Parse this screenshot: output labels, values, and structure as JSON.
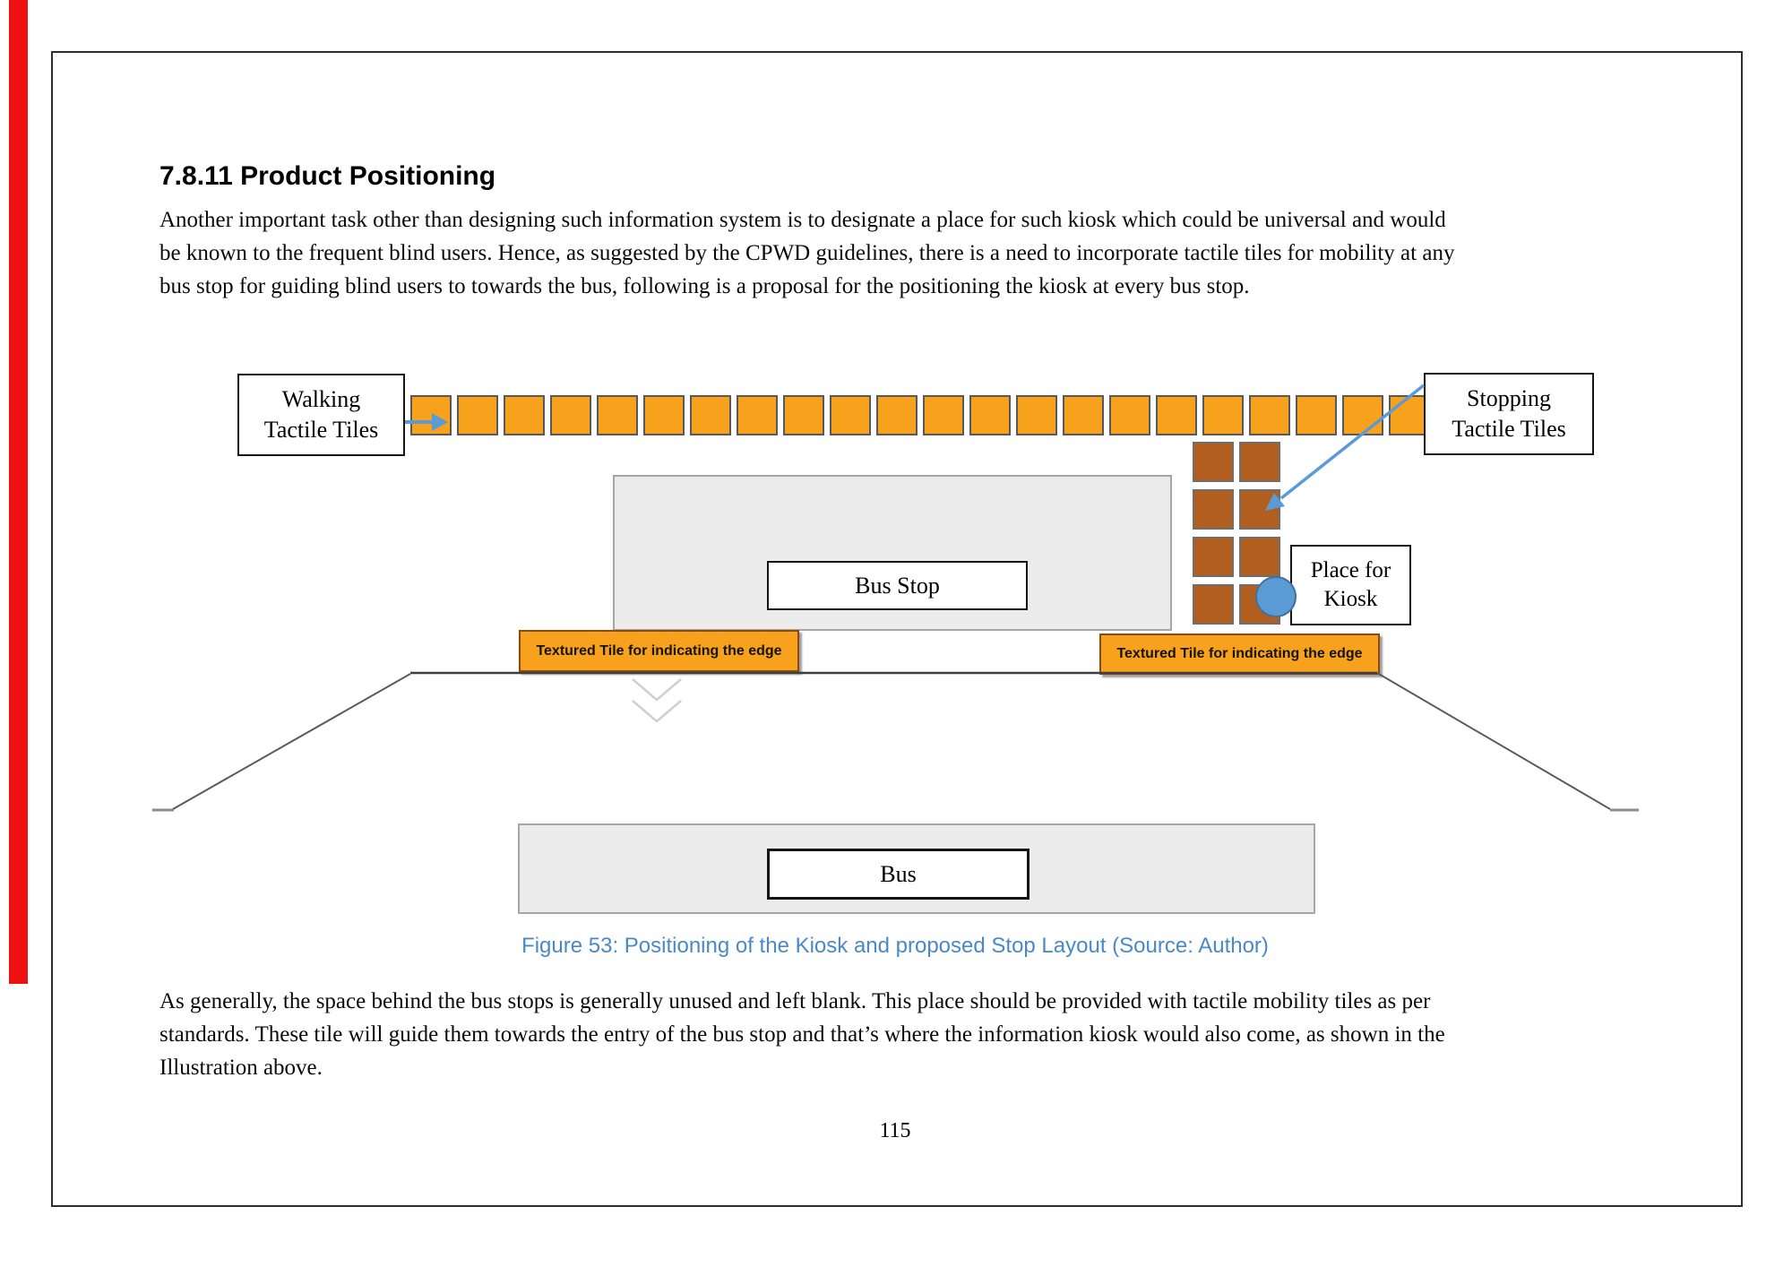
{
  "page": {
    "heading": "7.8.11 Product Positioning",
    "paragraph1": "Another important task other than designing such information system is to designate a place for such kiosk which could be universal and would\nbe known to the frequent blind users. Hence, as suggested by the CPWD guidelines, there is a need to incorporate tactile tiles for mobility at any\nbus stop for guiding blind users to towards the bus, following is a proposal for the positioning the kiosk at every bus stop.",
    "paragraph2": "As generally, the space behind the bus stops is generally unused and left blank. This place should be provided with tactile mobility tiles as per\nstandards. These tile will guide them towards the entry of the bus stop and that’s where the information kiosk would also come, as shown in the\nIllustration above.",
    "caption": "Figure 53: Positioning of the Kiosk and proposed Stop Layout (Source: Author)",
    "page_number": "115"
  },
  "figure": {
    "labels": {
      "walking": "Walking\nTactile Tiles",
      "stopping": "Stopping\nTactile Tiles",
      "bus_stop": "Bus Stop",
      "bus": "Bus",
      "kiosk": "Place for\nKiosk",
      "edge_left": "Textured Tile for indicating the edge",
      "edge_right": "Textured Tile for indicating the edge"
    },
    "tiles": {
      "walking_count": 22,
      "stopping_rows": 4,
      "stopping_cols": 2
    }
  },
  "colors": {
    "red_bar": "#ee1111",
    "tile_orange": "#f7a11d",
    "tile_brown": "#b25e1e",
    "arrow_blue": "#5b9bd5",
    "caption_blue": "#4a89c8"
  }
}
